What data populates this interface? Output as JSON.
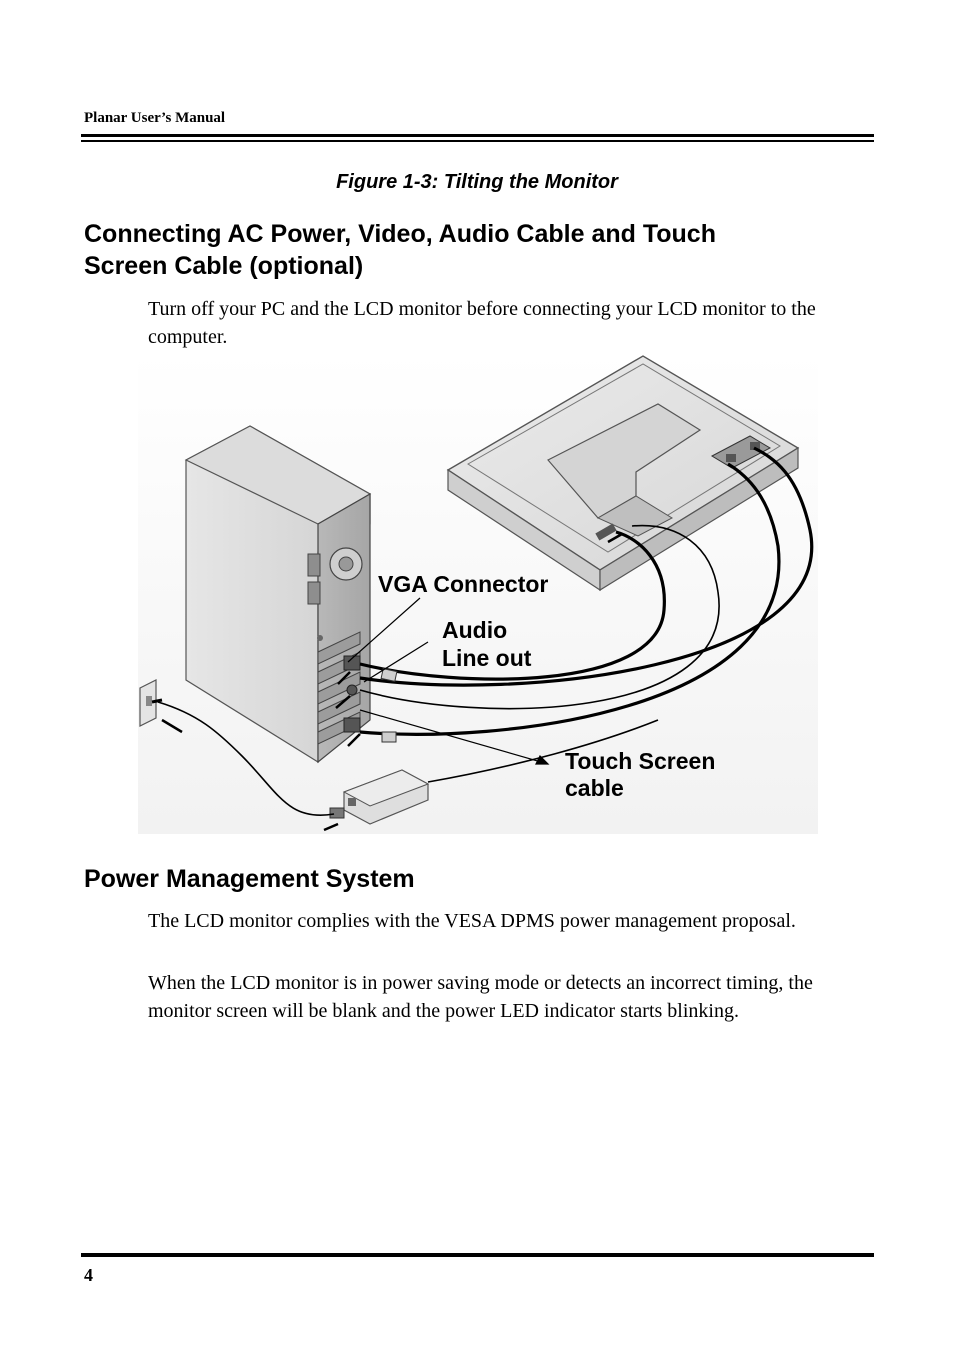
{
  "header": {
    "running_title": "Planar User’s Manual"
  },
  "figure_caption": "Figure 1-3: Tilting the Monitor",
  "section_connecting": {
    "heading_line1": "Connecting AC Power, Video, Audio Cable and Touch",
    "heading_line2": "Screen Cable (optional)",
    "paragraph": "Turn off your PC and the LCD monitor before connecting your LCD monitor to the computer."
  },
  "diagram": {
    "labels": {
      "vga": "VGA Connector",
      "audio_line1": "Audio",
      "audio_line2": "Line out",
      "touch_line1": "Touch Screen",
      "touch_line2": "cable"
    }
  },
  "section_power": {
    "heading": "Power Management System",
    "paragraph1": "The LCD monitor complies with the VESA DPMS power management proposal.",
    "paragraph2": "When the LCD monitor is in power saving mode or detects an incorrect timing, the monitor screen will be blank and the power LED indicator starts blinking."
  },
  "footer": {
    "page_number": "4"
  }
}
